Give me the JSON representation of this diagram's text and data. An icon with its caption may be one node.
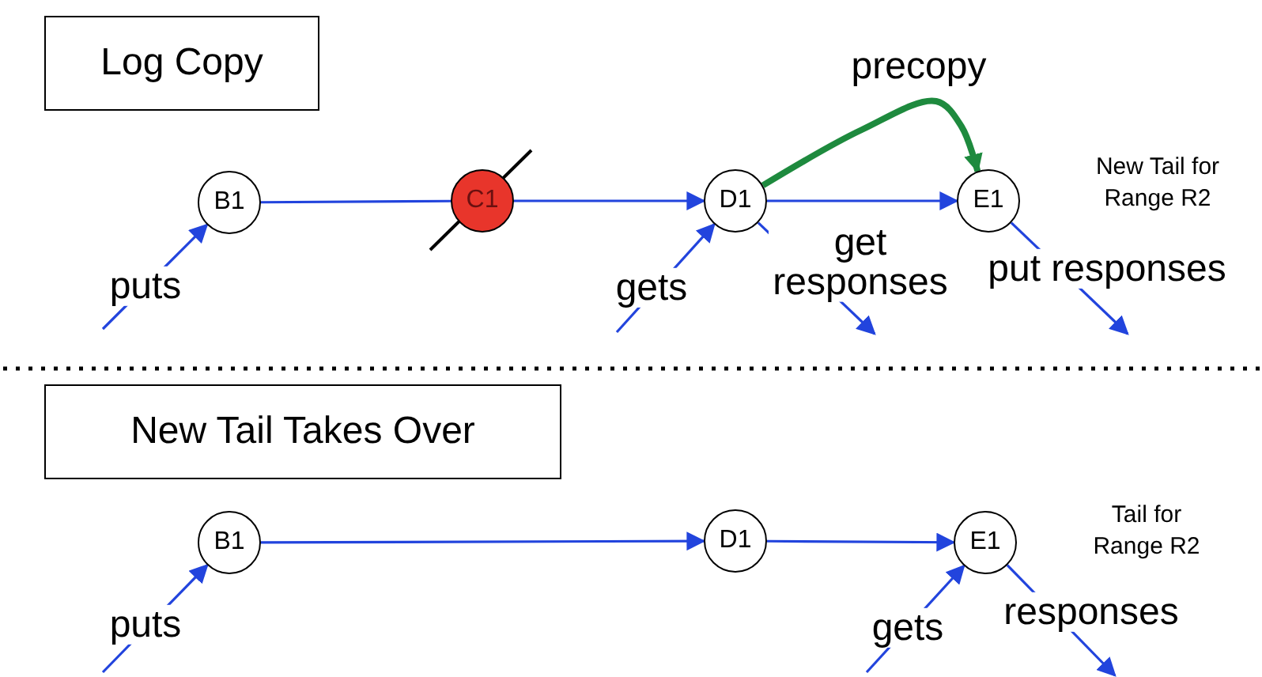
{
  "diagram": {
    "nodes": [
      {
        "text": [
          "Log Copy"
        ]
      },
      {
        "text": [
          "B1"
        ]
      },
      {
        "text": [
          "C1"
        ]
      },
      {
        "text": [
          "D1"
        ]
      },
      {
        "text": [
          "E1"
        ],
        "beside": [
          "New Tail for Range R2"
        ]
      },
      {
        "text": [
          "New Tail Takes Over"
        ]
      },
      {
        "text": [
          "B1"
        ]
      },
      {
        "text": [
          "D1"
        ]
      },
      {
        "text": [
          "E1"
        ],
        "beside": [
          "Tail for Range R2"
        ]
      }
    ],
    "edges": [
      {
        "from": 1,
        "to": 2,
        "arrow": "none"
      },
      {
        "from": 2,
        "to": 3,
        "arrow": "to"
      },
      {
        "from": 3,
        "to": 4,
        "arrow": "to"
      },
      {
        "from": 3,
        "to": 4,
        "arrow": "to",
        "label": "precopy",
        "style": "thick",
        "color": "#1e8a3e"
      },
      {
        "from": null,
        "to": 1,
        "arrow": "to",
        "label": "puts"
      },
      {
        "from": null,
        "to": 3,
        "arrow": "to",
        "label": "gets"
      },
      {
        "from": 3,
        "to": null,
        "arrow": "to",
        "label": "get responses"
      },
      {
        "from": 4,
        "to": null,
        "arrow": "to",
        "label": "put responses"
      },
      {
        "from": 6,
        "to": 7,
        "arrow": "to"
      },
      {
        "from": 7,
        "to": 8,
        "arrow": "to"
      },
      {
        "from": null,
        "to": 6,
        "arrow": "to",
        "label": "puts"
      },
      {
        "from": null,
        "to": 8,
        "arrow": "to",
        "label": "gets"
      },
      {
        "from": 8,
        "to": null,
        "arrow": "to",
        "label": "responses"
      }
    ]
  }
}
